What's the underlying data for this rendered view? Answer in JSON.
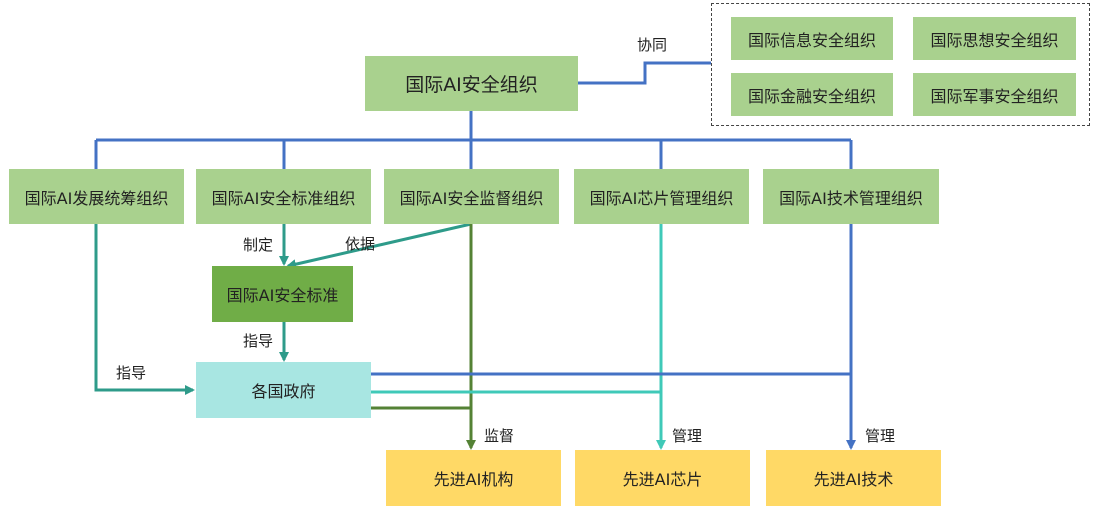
{
  "root": {
    "label": "国际AI安全组织"
  },
  "partners": {
    "label": "协同",
    "items": [
      "国际信息安全组织",
      "国际思想安全组织",
      "国际金融安全组织",
      "国际军事安全组织"
    ]
  },
  "subs": [
    {
      "label": "国际AI发展统筹组织"
    },
    {
      "label": "国际AI安全标准组织"
    },
    {
      "label": "国际AI安全监督组织"
    },
    {
      "label": "国际AI芯片管理组织"
    },
    {
      "label": "国际AI技术管理组织"
    }
  ],
  "standard": {
    "label": "国际AI安全标准"
  },
  "gov": {
    "label": "各国政府"
  },
  "targets": [
    {
      "label": "先进AI机构"
    },
    {
      "label": "先进AI芯片"
    },
    {
      "label": "先进AI技术"
    }
  ],
  "edge_labels": {
    "formulate": "制定",
    "basis": "依据",
    "guide1": "指导",
    "guide2": "指导",
    "supervise": "监督",
    "manage_chip": "管理",
    "manage_tech": "管理"
  },
  "colors": {
    "blue": "#4472c4",
    "teal": "#2e9b8a",
    "cyan": "#3fc9b8",
    "olive": "#548235",
    "light_green": "#a9d18e",
    "dark_green": "#70ad47",
    "light_cyan": "#a8e6e2",
    "yellow": "#ffd966"
  }
}
